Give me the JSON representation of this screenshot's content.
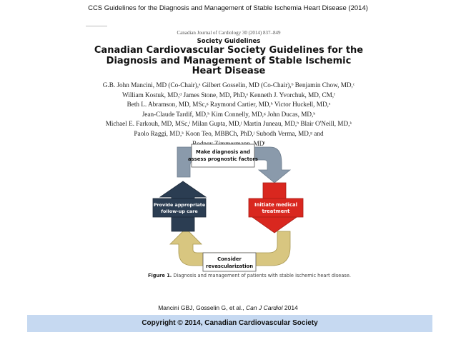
{
  "slide": {
    "title": "CCS Guidelines for the Diagnosis and Management of Stable Ischemia Heart Disease (2014)",
    "citation_prefix": "Mancini GBJ, Gosselin G, et al., ",
    "citation_journal": "Can J Cardiol",
    "citation_year": " 2014",
    "copyright": "Copyright © 2014, Canadian Cardiovascular Society"
  },
  "paper": {
    "journal_line": "Canadian Journal of Cardiology 30 (2014) 837–849",
    "section": "Society Guidelines",
    "title_lines": [
      "Canadian Cardiovascular Society Guidelines for the",
      "Diagnosis and Management of Stable Ischemic",
      "Heart Disease"
    ],
    "author_lines": [
      "G.B. John Mancini, MD (Co-Chair),ᵃ Gilbert Gosselin, MD (Co-Chair),ᵇ Benjamin Chow, MD,ᶜ",
      "William Kostuk, MD,ᵈ James Stone, MD, PhD,ᵉ Kenneth J. Yvorchuk, MD, CM,ᶠ",
      "Beth L. Abramson, MD, MSc,ᵍ Raymond Cartier, MD,ʰ Victor Huckell, MD,ᵃ",
      "Jean-Claude Tardif, MD,ʰ Kim Connelly, MD,ᵍ John Ducas, MD,ʰ",
      "Michael E. Farkouh, MD, MSc,ⁱ Milan Gupta, MD,ʲ Martin Juneau, MD,ʰ Blair O'Neill, MD,ᵏ",
      "Paolo Raggi, MD,ᵏ Koon Teo, MBBCh, PhD,ʲ Subodh Verma, MD,ᵍ and",
      "Rodney Zimmermann, MDˡ"
    ]
  },
  "figure": {
    "steps": {
      "top": [
        "Make diagnosis and",
        "assess prognostic factors"
      ],
      "right": [
        "Initiate medical",
        "treatment"
      ],
      "bottom": [
        "Consider",
        "revascularization"
      ],
      "left": [
        "Provide appropriate",
        "follow-up care"
      ]
    },
    "caption_label": "Figure 1.",
    "caption_text": " Diagnosis and management of patients with stable ischemic heart disease.",
    "colors": {
      "top": "#8a9aab",
      "right": "#d9271f",
      "bottom": "#d8c680",
      "left": "#2b3d52",
      "box_fill": "#ffffff",
      "box_stroke": "#555555"
    }
  }
}
